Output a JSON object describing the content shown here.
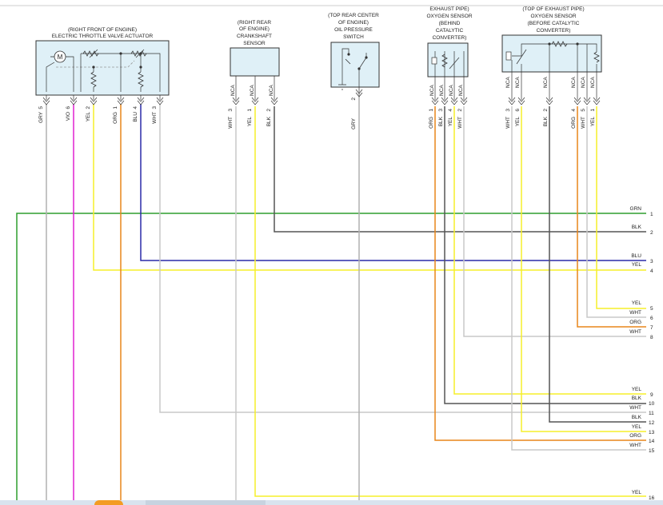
{
  "components": {
    "throttle": {
      "location": "(RIGHT FRONT OF ENGINE)",
      "name": "ELECTRIC THROTTLE VALVE ACTUATOR",
      "motor": "M",
      "pins": [
        {
          "num": "5",
          "color": "GRY"
        },
        {
          "num": "6",
          "color": "VIO"
        },
        {
          "num": "2",
          "color": "YEL"
        },
        {
          "num": "1",
          "color": "ORG"
        },
        {
          "num": "4",
          "color": "BLU"
        },
        {
          "num": "3",
          "color": "WHT"
        }
      ]
    },
    "crank": {
      "location_1": "(RIGHT REAR",
      "location_2": "OF ENGINE)",
      "name_1": "CRANKSHAFT",
      "name_2": "SENSOR",
      "pins": [
        {
          "num": "3",
          "nca": "NCA",
          "color": "WHT"
        },
        {
          "num": "1",
          "nca": "NCA",
          "color": "YEL"
        },
        {
          "num": "2",
          "nca": "NCA",
          "color": "BLK"
        }
      ]
    },
    "oil": {
      "location_1": "(TOP REAR CENTER",
      "location_2": "OF ENGINE)",
      "name_1": "OIL PRESSURE",
      "name_2": "SWITCH",
      "pins": [
        {
          "num": "2",
          "color": "GRY"
        }
      ]
    },
    "o2_after": {
      "line_1": "EXHAUST PIPE)",
      "line_2": "OXYGEN SENSOR",
      "line_3": "(BEHIND",
      "line_4": "CATALYTIC",
      "line_5": "CONVERTER)",
      "pins": [
        {
          "num": "1",
          "nca": "NCA",
          "color": "ORG"
        },
        {
          "num": "3",
          "nca": "NCA",
          "color": "BLK"
        },
        {
          "num": "4",
          "nca": "NCA",
          "color": "YEL"
        },
        {
          "num": "2",
          "nca": "NCA",
          "color": "WHT"
        }
      ]
    },
    "o2_before": {
      "line_1": "(TOP OF EXHAUST PIPE)",
      "line_2": "OXYGEN SENSOR",
      "line_3": "(BEFORE CATALYTIC",
      "line_4": "CONVERTER)",
      "pins": [
        {
          "num": "3",
          "nca": "NCA",
          "color": "WHT"
        },
        {
          "num": "6",
          "nca": "NCA",
          "color": "YEL"
        },
        {
          "num": "2",
          "nca": "NCA",
          "color": "BLK"
        },
        {
          "num": "4",
          "nca": "NCA",
          "color": "ORG"
        },
        {
          "num": "5",
          "nca": "NCA",
          "color": "WHT"
        },
        {
          "num": "1",
          "nca": "NCA",
          "color": "YEL"
        }
      ]
    }
  },
  "connector_wires": [
    {
      "num": "1",
      "color": "GRN"
    },
    {
      "num": "2",
      "color": "BLK"
    },
    {
      "num": "3",
      "color": "BLU"
    },
    {
      "num": "4",
      "color": "YEL"
    },
    {
      "num": "5",
      "color": "YEL"
    },
    {
      "num": "6",
      "color": "WHT"
    },
    {
      "num": "7",
      "color": "ORG"
    },
    {
      "num": "8",
      "color": "WHT"
    },
    {
      "num": "9",
      "color": "YEL"
    },
    {
      "num": "10",
      "color": "BLK"
    },
    {
      "num": "11",
      "color": "WHT"
    },
    {
      "num": "12",
      "color": "BLK"
    },
    {
      "num": "13",
      "color": "YEL"
    },
    {
      "num": "14",
      "color": "ORG"
    },
    {
      "num": "15",
      "color": "WHT"
    },
    {
      "num": "16",
      "color": "YEL"
    }
  ],
  "wire_colors": {
    "GRN": "#2e9e2e",
    "BLK": "#555555",
    "BLU": "#2a2aa8",
    "YEL": "#f5ef2a",
    "WHT": "#c8c8c8",
    "ORG": "#e8861a",
    "GRY": "#b0b0b0",
    "VIO": "#e020d0"
  }
}
